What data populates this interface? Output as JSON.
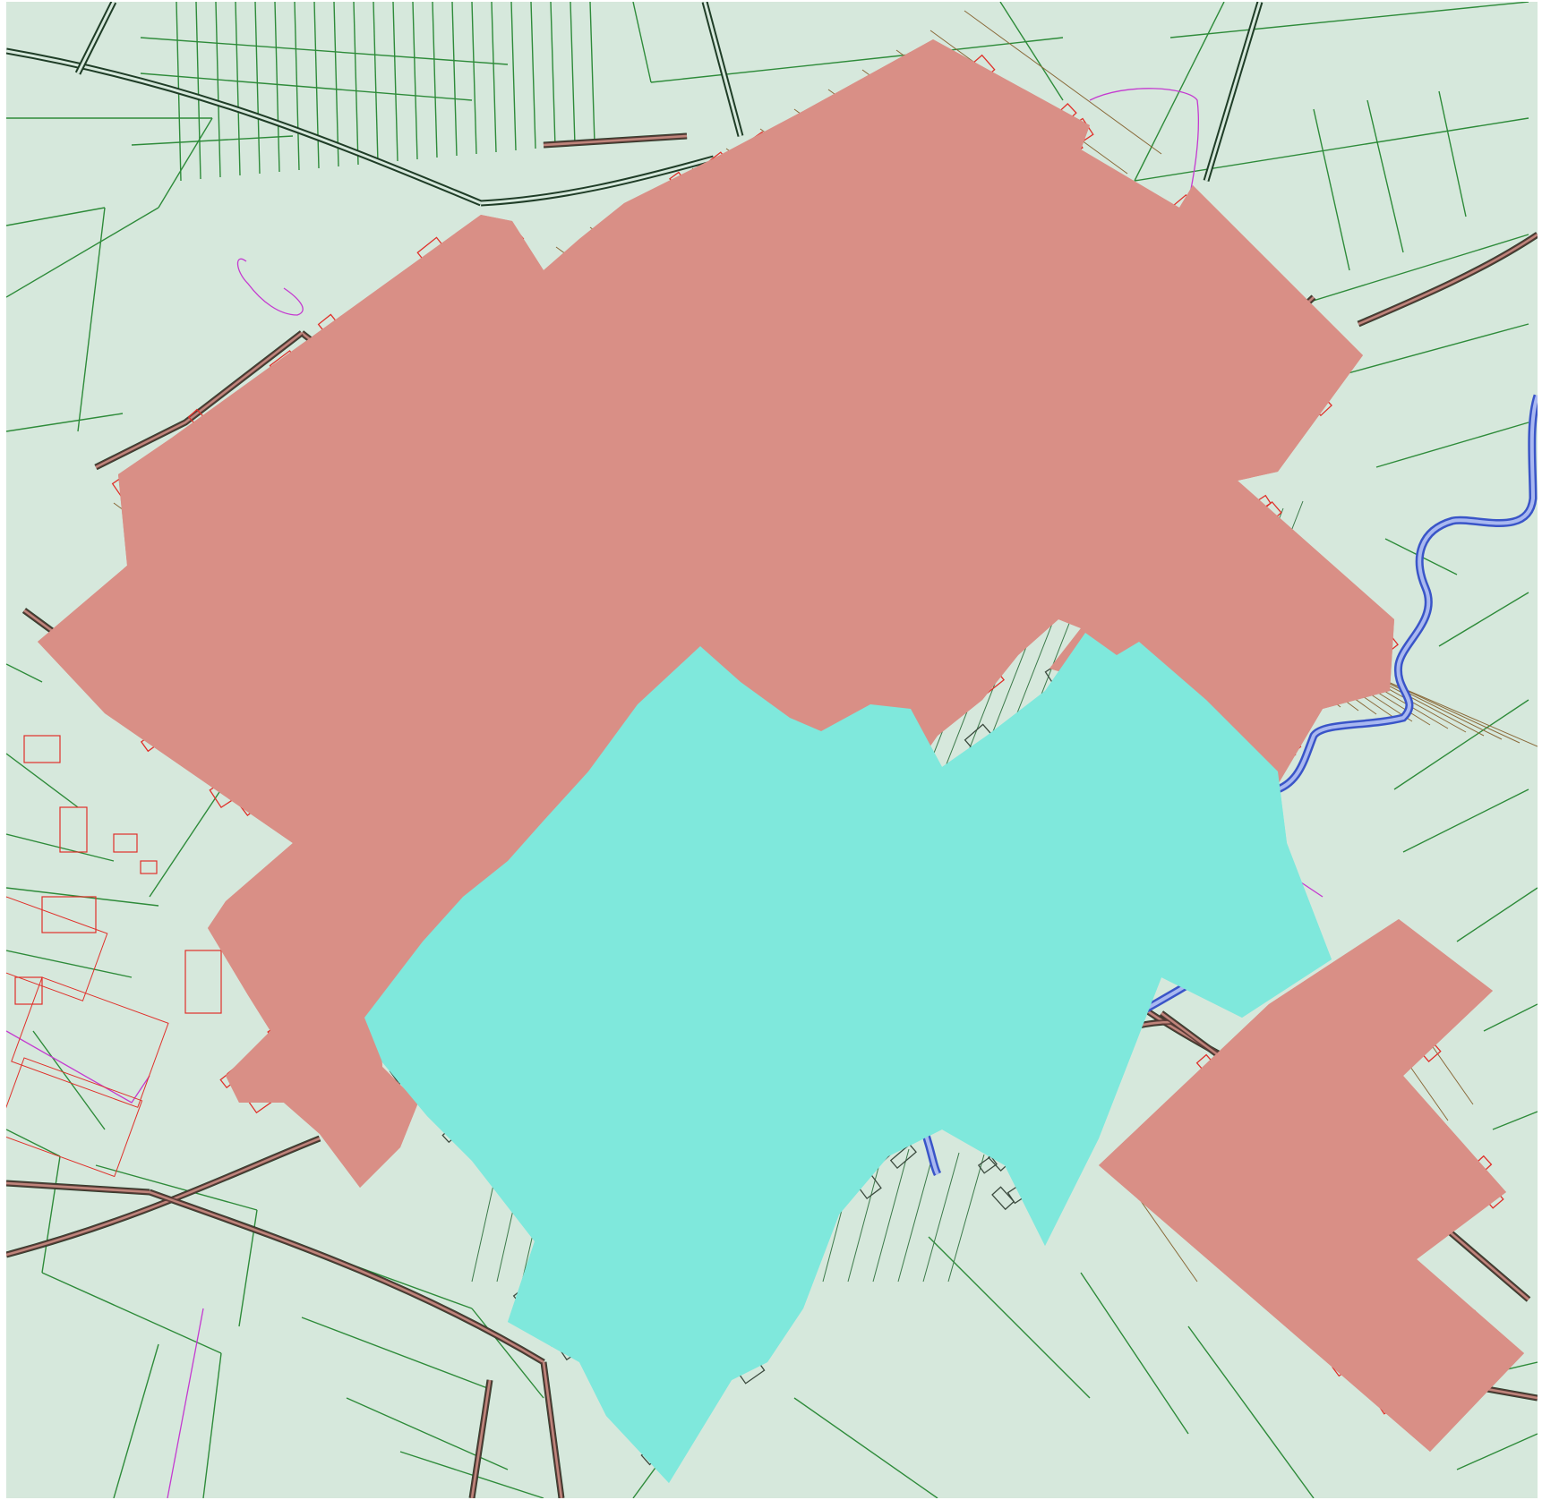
{
  "map": {
    "colors": {
      "background": "#d6e8dc",
      "parcel_line": "#2e8b3a",
      "road_line": "#1f3d27",
      "building_red": "#e0302a",
      "building_dark": "#3b4a3e",
      "zone_red_fill": "#d98f86",
      "zone_red_border": "#c8191d",
      "zone_cyan_fill": "#7fe8dc",
      "zone_cyan_border": "#1fb3d4",
      "river": "#3a55c8",
      "river_inner": "#a9b8f0",
      "magenta_line": "#c43ad0"
    },
    "layers": [
      "parcel-grid",
      "road-network",
      "red-zone",
      "cyan-zone",
      "buildings",
      "river"
    ],
    "legend": "none"
  }
}
